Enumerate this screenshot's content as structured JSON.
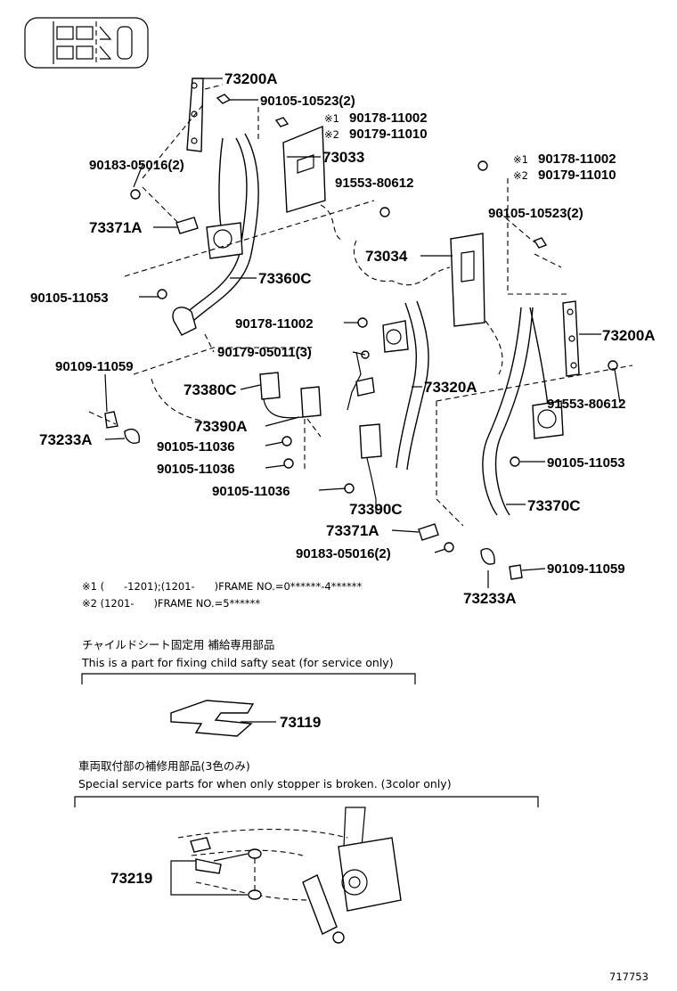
{
  "labels": {
    "p73200A_l": "73200A",
    "p90105_10523_l": "90105-10523(2)",
    "p90178_11002_l": "90178-11002",
    "p90179_11010_l": "90179-11010",
    "p90183_05016_l": "90183-05016(2)",
    "p73033": "73033",
    "p91553_80612_l": "91553-80612",
    "p73371A_l": "73371A",
    "p73360C": "73360C",
    "p73034": "73034",
    "p90105_11053_l": "90105-11053",
    "p90178_11002_c": "90178-11002",
    "p90179_05011": "90179-05011(3)",
    "p90109_11059_l": "90109-11059",
    "p73380C": "73380C",
    "p73320A": "73320A",
    "p73233A_l": "73233A",
    "p73390A": "73390A",
    "p90105_11036_a": "90105-11036",
    "p90105_11036_b": "90105-11036",
    "p90105_11036_c": "90105-11036",
    "p73390C": "73390C",
    "p73371A_r": "73371A",
    "p90183_05016_r": "90183-05016(2)",
    "p90178_11002_r": "90178-11002",
    "p90179_11010_r": "90179-11010",
    "p90105_10523_r": "90105-10523(2)",
    "p73200A_r": "73200A",
    "p91553_80612_r": "91553-80612",
    "p90105_11053_r": "90105-11053",
    "p73370C": "73370C",
    "p90109_11059_r": "90109-11059",
    "p73233A_r": "73233A",
    "p73119": "73119",
    "p73219": "73219"
  },
  "marks": {
    "m1": "※1",
    "m2": "※2"
  },
  "notes": {
    "n1": "※1 (      -1201);(1201-      )FRAME NO.=0******-4******",
    "n2": "※2 (1201-      )FRAME NO.=5******"
  },
  "captions": {
    "child_jp": "チャイルドシート固定用  補給専用部品",
    "child_en": "This is a part for fixing child safty seat (for service only)",
    "stopper_jp": "車両取付部の補修用部品(3色のみ)",
    "stopper_en": "Special service parts for when only stopper is broken. (3color only)"
  },
  "diagram_id": "717753"
}
